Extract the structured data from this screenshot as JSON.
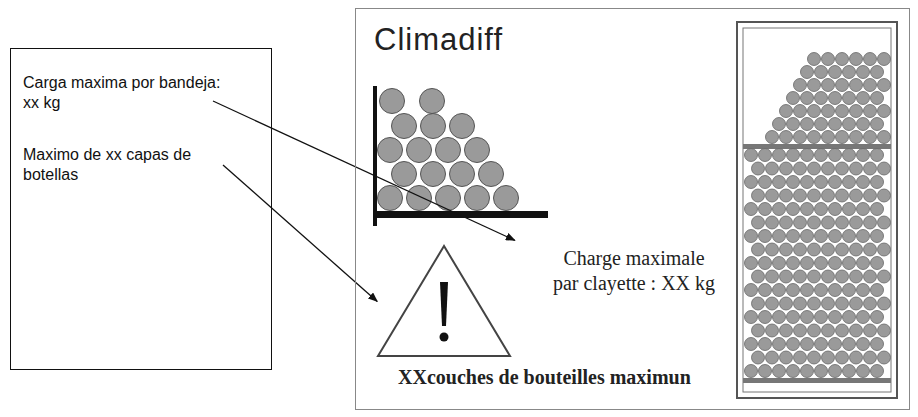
{
  "diagram": {
    "nodes": [
      {
        "text": [
          "Carga maxima por bandeja: xx kg",
          "Maximo de xx capas de botellas"
        ]
      },
      {
        "text": [
          "Climadiff",
          "Charge maximale par clayette : XX kg",
          "XXcouches de bouteilles maximun"
        ]
      }
    ],
    "edges": [
      {
        "from": 0,
        "to": 1,
        "arrow": "to"
      },
      {
        "from": 0,
        "to": 1,
        "arrow": "to"
      }
    ]
  }
}
